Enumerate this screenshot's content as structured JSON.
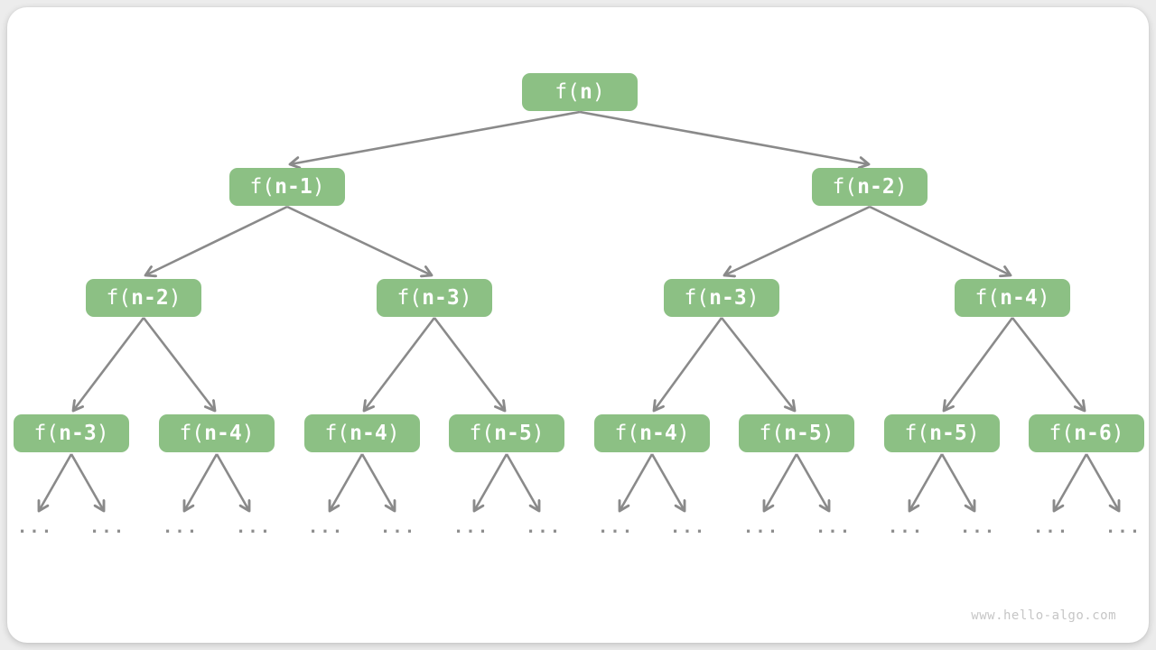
{
  "page": {
    "watermark": "www.hello-algo.com"
  },
  "colors": {
    "page_bg": "#ececec",
    "card_bg": "#ffffff",
    "node_fill": "#8cc084",
    "node_text": "#ffffff",
    "edge": "#8a8a8a",
    "ellipsis": "#8f8f8f",
    "watermark": "#c6c6c6"
  },
  "tree": {
    "ellipsis": "...",
    "nodes": [
      {
        "prefix": "f(",
        "arg": "n",
        "suffix": ")"
      },
      {
        "prefix": "f(",
        "arg": "n-1",
        "suffix": ")"
      },
      {
        "prefix": "f(",
        "arg": "n-2",
        "suffix": ")"
      },
      {
        "prefix": "f(",
        "arg": "n-2",
        "suffix": ")"
      },
      {
        "prefix": "f(",
        "arg": "n-3",
        "suffix": ")"
      },
      {
        "prefix": "f(",
        "arg": "n-3",
        "suffix": ")"
      },
      {
        "prefix": "f(",
        "arg": "n-4",
        "suffix": ")"
      },
      {
        "prefix": "f(",
        "arg": "n-3",
        "suffix": ")"
      },
      {
        "prefix": "f(",
        "arg": "n-4",
        "suffix": ")"
      },
      {
        "prefix": "f(",
        "arg": "n-4",
        "suffix": ")"
      },
      {
        "prefix": "f(",
        "arg": "n-5",
        "suffix": ")"
      },
      {
        "prefix": "f(",
        "arg": "n-4",
        "suffix": ")"
      },
      {
        "prefix": "f(",
        "arg": "n-5",
        "suffix": ")"
      },
      {
        "prefix": "f(",
        "arg": "n-5",
        "suffix": ")"
      },
      {
        "prefix": "f(",
        "arg": "n-6",
        "suffix": ")"
      }
    ]
  }
}
